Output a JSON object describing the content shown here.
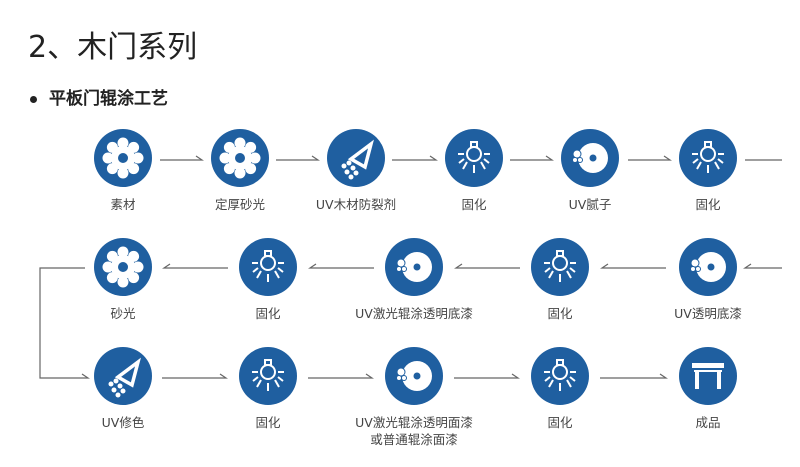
{
  "title": "2、木门系列",
  "subtitle": "平板门辊涂工艺",
  "accent": "#1f5fa0",
  "steps": [
    {
      "label": "素材",
      "icon": "gear-icon"
    },
    {
      "label": "定厚砂光",
      "icon": "gear-icon"
    },
    {
      "label": "UV木材防裂剂",
      "icon": "spray-icon"
    },
    {
      "label": "固化",
      "icon": "bulb-icon"
    },
    {
      "label": "UV腻子",
      "icon": "disc-icon"
    },
    {
      "label": "固化",
      "icon": "bulb-icon"
    },
    {
      "label": "UV透明底漆",
      "icon": "disc-icon"
    },
    {
      "label": "固化",
      "icon": "bulb-icon"
    },
    {
      "label": "UV激光辊涂透明底漆",
      "icon": "disc-icon"
    },
    {
      "label": "固化",
      "icon": "bulb-icon"
    },
    {
      "label": "砂光",
      "icon": "gear-icon"
    },
    {
      "label": "UV修色",
      "icon": "spray-icon"
    },
    {
      "label": "固化",
      "icon": "bulb-icon"
    },
    {
      "label": "UV激光辊涂透明面漆",
      "label2": "或普通辊涂面漆",
      "icon": "disc-icon"
    },
    {
      "label": "固化",
      "icon": "bulb-icon"
    },
    {
      "label": "成品",
      "icon": "table-icon"
    }
  ]
}
